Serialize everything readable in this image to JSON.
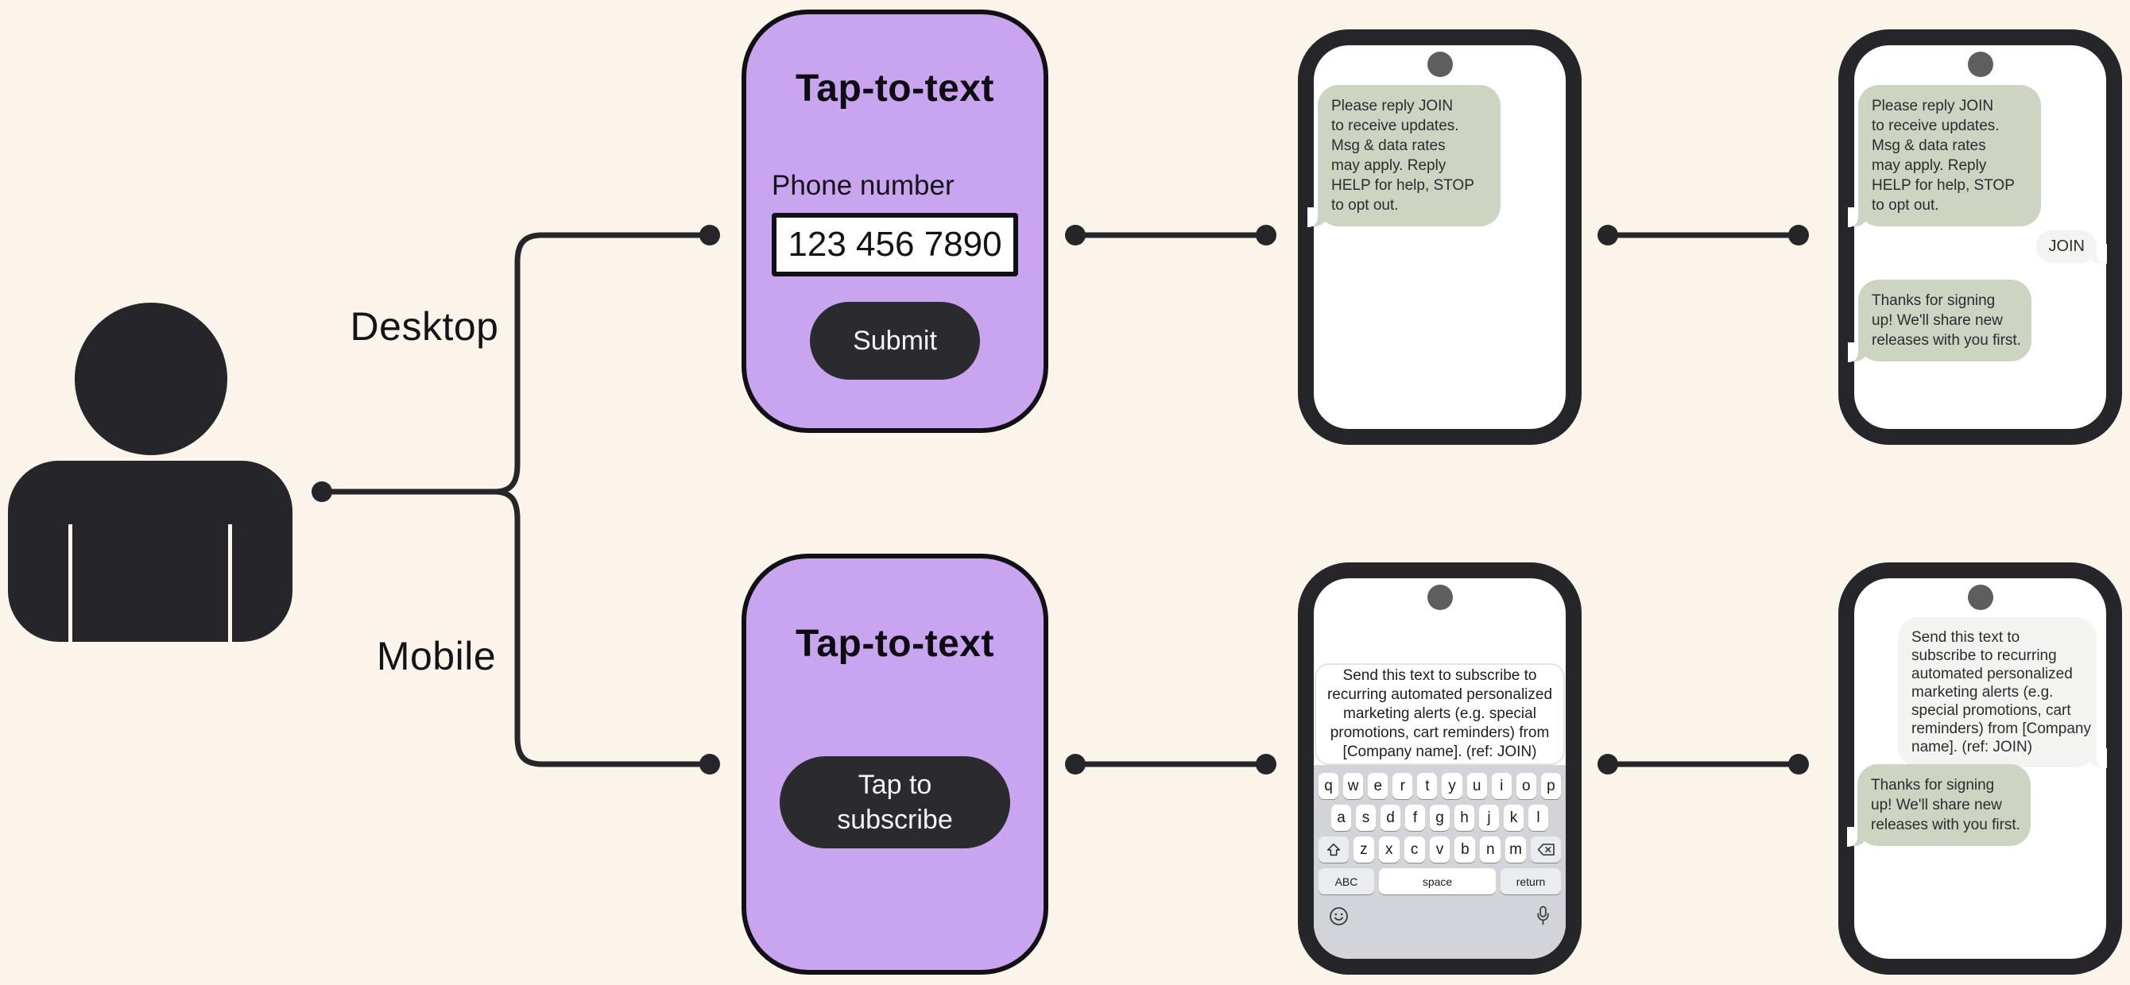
{
  "canvas": {
    "background": "#FAF4EB"
  },
  "palette": {
    "ink": "#26252A",
    "card_purple": "#C9A5F0",
    "bubble_green": "#CDD4C1",
    "bubble_gray": "#F3F3F1",
    "keyboard_bg": "#D2D4D9",
    "special_key": "#EBECEE",
    "camera_gray": "#5E5E5E",
    "screen_white": "#FFFFFF"
  },
  "flow_labels": {
    "desktop": "Desktop",
    "mobile": "Mobile"
  },
  "desktop_card": {
    "title": "Tap-to-text",
    "phone_label": "Phone number",
    "phone_value": "123 456 7890",
    "submit_label": "Submit"
  },
  "mobile_card": {
    "title": "Tap-to-text",
    "button_lines": [
      "Tap to",
      "subscribe"
    ]
  },
  "phone_desktop_optin": {
    "incoming_lines": [
      "Please reply JOIN",
      "to receive updates.",
      "Msg & data rates",
      "may apply. Reply",
      "HELP for help, STOP",
      "to opt out."
    ]
  },
  "phone_desktop_confirm": {
    "incoming_lines": [
      "Please reply JOIN",
      "to receive updates.",
      "Msg & data rates",
      "may apply. Reply",
      "HELP for help, STOP",
      "to opt out."
    ],
    "reply": "JOIN",
    "thanks_lines": [
      "Thanks for signing",
      "up! We'll share new",
      "releases with you first."
    ]
  },
  "phone_mobile_compose": {
    "compose_lines": [
      "Send this text to subscribe to",
      "recurring automated personalized",
      "marketing alerts (e.g. special",
      "promotions, cart reminders) from",
      "[Company name]. (ref: JOIN)"
    ]
  },
  "phone_mobile_confirm": {
    "outgoing_lines": [
      "Send this text to",
      "subscribe to recurring",
      "automated personalized",
      "marketing alerts (e.g.",
      "special promotions, cart",
      "reminders) from [Company",
      "name]. (ref: JOIN)"
    ],
    "thanks_lines": [
      "Thanks for signing",
      "up! We'll share new",
      "releases with you first."
    ]
  },
  "keyboard": {
    "row1": [
      "q",
      "w",
      "e",
      "r",
      "t",
      "y",
      "u",
      "i",
      "o",
      "p"
    ],
    "row2": [
      "a",
      "s",
      "d",
      "f",
      "g",
      "h",
      "j",
      "k",
      "l"
    ],
    "row3": [
      "z",
      "x",
      "c",
      "v",
      "b",
      "n",
      "m"
    ],
    "abc_label": "ABC",
    "space_label": "space",
    "return_label": "return"
  },
  "icons": {
    "camera": "filled-circle-camera-dot",
    "shift": "outline-up-arrow",
    "backspace": "erase-left-with-x",
    "emoji": "smiley-face-outline",
    "microphone": "mic-outline"
  }
}
